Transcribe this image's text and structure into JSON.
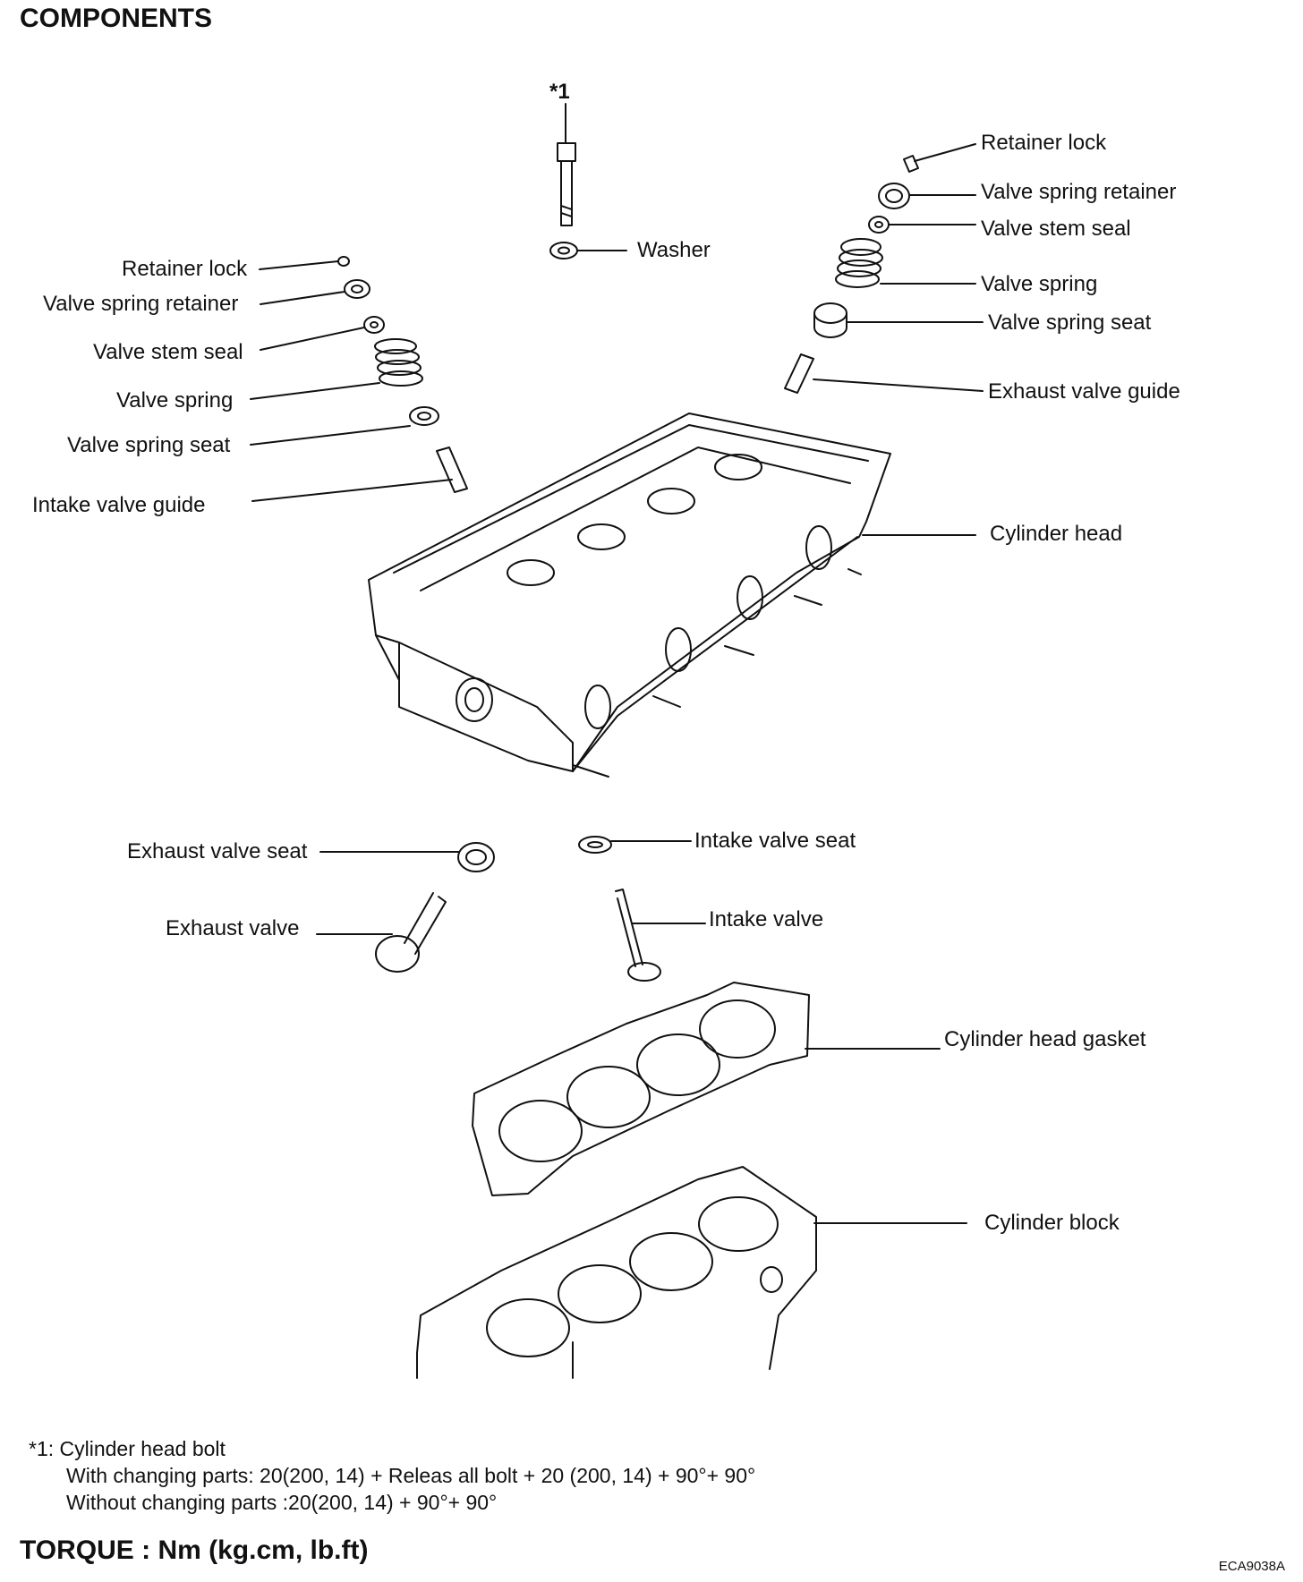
{
  "heading": "COMPONENTS",
  "labels": {
    "bolt_ref": "*1",
    "washer": "Washer",
    "right_retainer_lock": "Retainer lock",
    "right_valve_spring_retainer": "Valve spring retainer",
    "right_valve_stem_seal": "Valve stem seal",
    "right_valve_spring": "Valve spring",
    "right_valve_spring_seat": "Valve spring seat",
    "exhaust_valve_guide": "Exhaust valve guide",
    "cylinder_head": "Cylinder head",
    "left_retainer_lock": "Retainer lock",
    "left_valve_spring_retainer": "Valve spring retainer",
    "left_valve_stem_seal": "Valve stem seal",
    "left_valve_spring": "Valve spring",
    "left_valve_spring_seat": "Valve spring seat",
    "intake_valve_guide": "Intake valve guide",
    "exhaust_valve_seat": "Exhaust valve seat",
    "intake_valve_seat": "Intake valve seat",
    "exhaust_valve": "Exhaust valve",
    "intake_valve": "Intake valve",
    "cylinder_head_gasket": "Cylinder head gasket",
    "cylinder_block": "Cylinder block"
  },
  "notes": {
    "line1": "*1: Cylinder head bolt",
    "line2": "With changing parts: 20(200, 14) + Releas all bolt + 20 (200, 14) + 90°+ 90°",
    "line3": "Without changing parts :20(200, 14) + 90°+ 90°"
  },
  "torque": "TORQUE : Nm (kg.cm, lb.ft)",
  "figure_code": "ECA9038A"
}
